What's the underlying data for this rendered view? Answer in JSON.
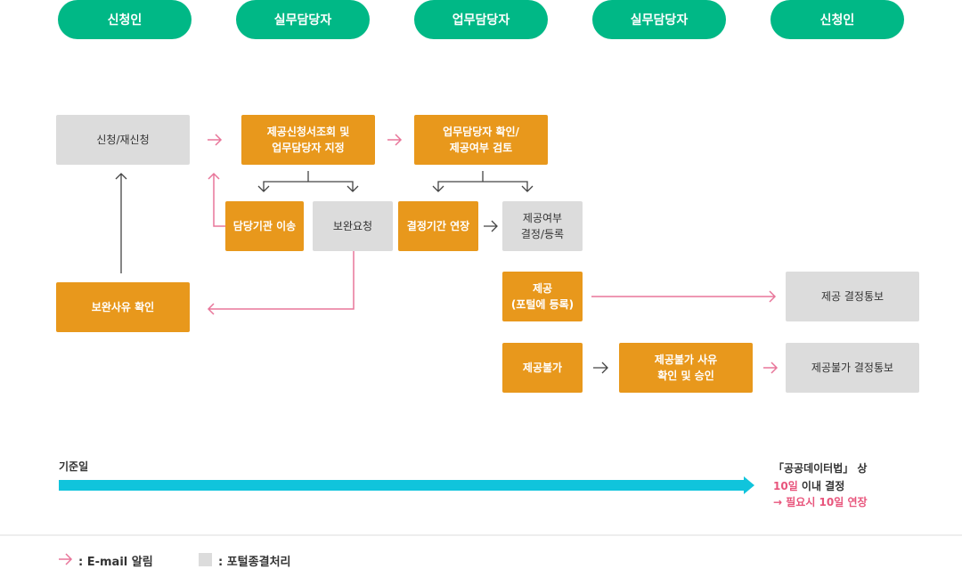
{
  "roles": [
    "신청인",
    "실무담당자",
    "업무담당자",
    "실무담당자",
    "신청인"
  ],
  "boxes": {
    "apply": "신청/재신청",
    "inquiry": "제공신청서조회 및\n업무담당자 지정",
    "review": "업무담당자 확인/\n제공여부 검토",
    "transfer": "담당기관 이송",
    "supplement": "보완요청",
    "extend": "결정기간 연장",
    "decide": "제공여부\n결정/등록",
    "supp_check": "보완사유 확인",
    "provide": "제공\n(포털에 등록)",
    "provide_notice": "제공 결정통보",
    "deny": "제공불가",
    "deny_reason": "제공불가 사유\n확인 및 승인",
    "deny_notice": "제공불가 결정통보"
  },
  "timeline": {
    "start": "기준일",
    "law": "「공공데이터법」 상",
    "days": "10일",
    "within": " 이내 결정",
    "extend": "→ 필요시 10일 연장"
  },
  "legend": {
    "email": ": E-mail 알림",
    "portal": ": 포털종결처리"
  },
  "colors": {
    "green": "#00b886",
    "orange": "#e8981c",
    "gray": "#dcdcdc",
    "pink": "#e8769a",
    "cyan": "#10c4dc"
  }
}
